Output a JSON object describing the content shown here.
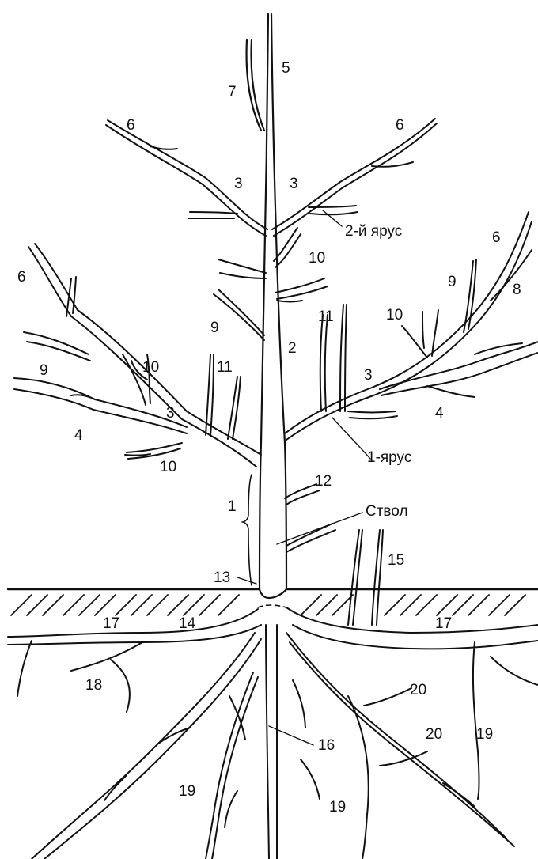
{
  "diagram": {
    "labels": {
      "n1": "1",
      "n2": "2",
      "n3a": "3",
      "n3b": "3",
      "n3c": "3",
      "n3d": "3",
      "n4a": "4",
      "n4b": "4",
      "n5": "5",
      "n6a": "6",
      "n6b": "6",
      "n6c": "6",
      "n6d": "6",
      "n7": "7",
      "n8": "8",
      "n9a": "9",
      "n9b": "9",
      "n9c": "9",
      "n10a": "10",
      "n10b": "10",
      "n10c": "10",
      "n10d": "10",
      "n11a": "11",
      "n11b": "11",
      "n12": "12",
      "n13": "13",
      "n14": "14",
      "n15": "15",
      "n16": "16",
      "n17a": "17",
      "n17b": "17",
      "n18": "18",
      "n19a": "19",
      "n19b": "19",
      "n19c": "19",
      "n20a": "20",
      "n20b": "20",
      "tier2": "2-й ярус",
      "tier1": "1-ярус",
      "trunk": "Ствол"
    }
  }
}
